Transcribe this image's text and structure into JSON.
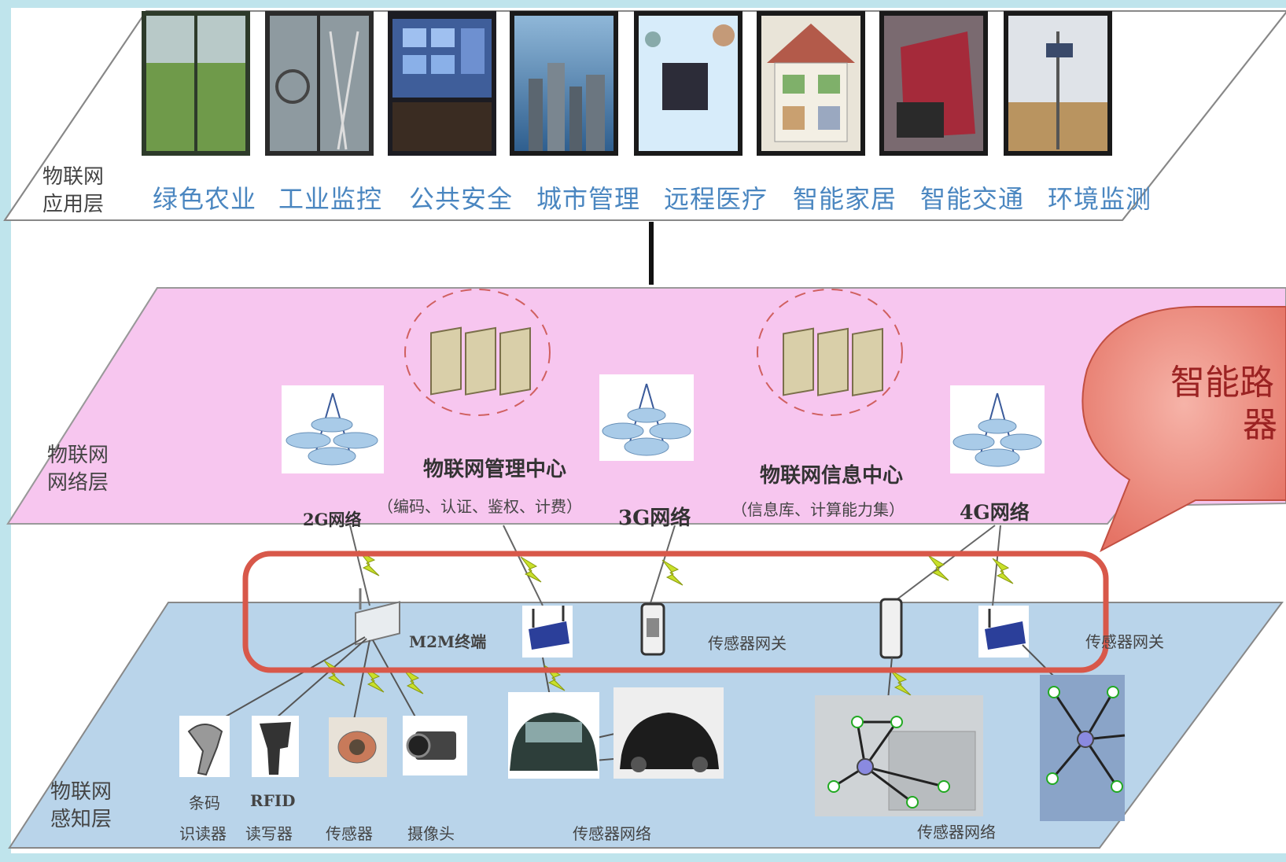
{
  "layers": {
    "application": {
      "name_line1": "物联网",
      "name_line2": "应用层"
    },
    "network": {
      "name_line1": "物联网",
      "name_line2": "网络层"
    },
    "perception": {
      "name_line1": "物联网",
      "name_line2": "感知层"
    }
  },
  "applications": [
    {
      "label": "绿色农业"
    },
    {
      "label": "工业监控"
    },
    {
      "label": "公共安全"
    },
    {
      "label": "城市管理"
    },
    {
      "label": "远程医疗"
    },
    {
      "label": "智能家居"
    },
    {
      "label": "智能交通"
    },
    {
      "label": "环境监测"
    }
  ],
  "network": {
    "g2": "2G网络",
    "g3": "3G网络",
    "g4": "4G网络",
    "mgmt_title": "物联网管理中心",
    "mgmt_sub": "（编码、认证、鉴权、计费）",
    "info_title": "物联网信息中心",
    "info_sub": "（信息库、计算能力集）"
  },
  "perception": {
    "m2m": "M2M终端",
    "gateway1": "传感器网关",
    "gateway2": "传感器网关",
    "dev1_line1": "条码",
    "dev1_line2": "识读器",
    "dev2_line1": "RFID",
    "dev2_line2": "读写器",
    "dev3": "传感器",
    "dev4": "摄像头",
    "sensor_net1": "传感器网络",
    "sensor_net2": "传感器网络"
  },
  "callout": {
    "line1": "智能路",
    "line2": "器"
  },
  "colors": {
    "background": "#bfe4ec",
    "app_layer": "#ffffff",
    "network_layer": "#f7c6ef",
    "perception_layer": "#b9d4ea",
    "highlight": "#d8584a",
    "callout_fill": "#ec8a7c"
  }
}
